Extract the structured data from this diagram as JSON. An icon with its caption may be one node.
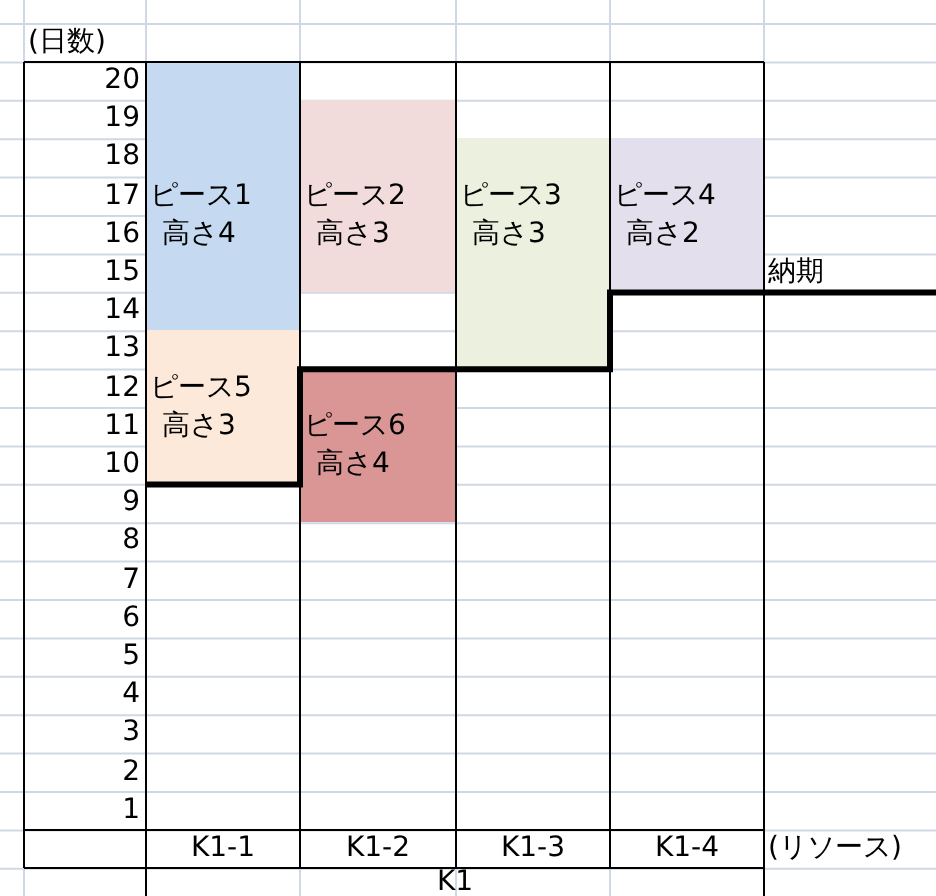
{
  "diagram": {
    "nodes": [
      {
        "text": [
          "ピース1",
          "高さ4"
        ]
      },
      {
        "text": [
          "ピース2",
          "高さ3"
        ]
      },
      {
        "text": [
          "ピース3",
          "高さ3"
        ]
      },
      {
        "text": [
          "ピース4",
          "高さ2"
        ]
      },
      {
        "text": [
          "ピース5",
          "高さ3"
        ]
      },
      {
        "text": [
          "ピース6",
          "高さ4"
        ]
      }
    ],
    "edges": [],
    "labels": [
      "(日数)",
      "20",
      "19",
      "18",
      "17",
      "16",
      "15",
      "納期",
      "14",
      "13",
      "12",
      "11",
      "10",
      "9",
      "8",
      "7",
      "6",
      "5",
      "4",
      "3",
      "2",
      "1",
      "K1-1",
      "K1-2",
      "K1-3",
      "K1-4",
      "(リソース)",
      "K1"
    ]
  }
}
